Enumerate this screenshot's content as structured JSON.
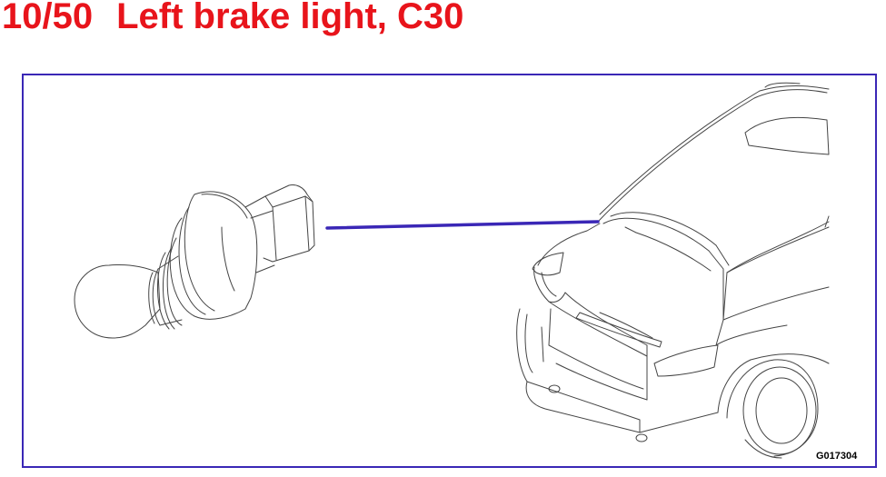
{
  "header": {
    "number": "10/50",
    "title": "Left brake light, C30"
  },
  "figure": {
    "code": "G017304",
    "callout_color": "#3a27b6",
    "title_color": "#e8141b",
    "icons": [
      "bulb-icon",
      "car-rear-icon"
    ]
  }
}
